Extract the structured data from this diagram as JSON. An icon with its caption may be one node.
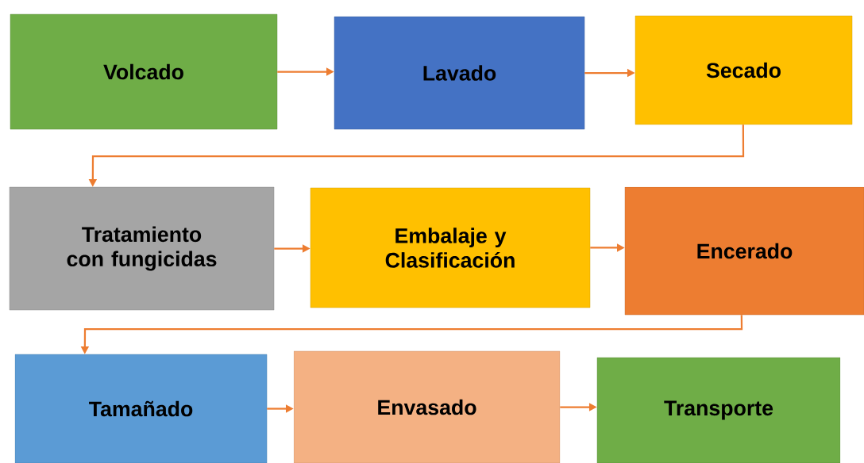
{
  "diagram": {
    "nodes": [
      {
        "text": [
          "Volcado"
        ]
      },
      {
        "text": [
          "Lavado"
        ]
      },
      {
        "text": [
          "Secado"
        ]
      },
      {
        "text": [
          "Tratamiento con fungicidas"
        ]
      },
      {
        "text": [
          "Embalaje y Clasificación"
        ]
      },
      {
        "text": [
          "Encerado"
        ]
      },
      {
        "text": [
          "Tamañado"
        ]
      },
      {
        "text": [
          "Envasado"
        ]
      },
      {
        "text": [
          "Transporte"
        ]
      }
    ],
    "edges": [
      {
        "from": 0,
        "to": 1,
        "arrow": "to"
      },
      {
        "from": 1,
        "to": 2,
        "arrow": "to"
      },
      {
        "from": 2,
        "to": 3,
        "arrow": "to"
      },
      {
        "from": 3,
        "to": 4,
        "arrow": "to"
      },
      {
        "from": 4,
        "to": 5,
        "arrow": "to"
      },
      {
        "from": 5,
        "to": 6,
        "arrow": "to"
      },
      {
        "from": 6,
        "to": 7,
        "arrow": "to"
      },
      {
        "from": 7,
        "to": 8,
        "arrow": "to"
      }
    ]
  }
}
